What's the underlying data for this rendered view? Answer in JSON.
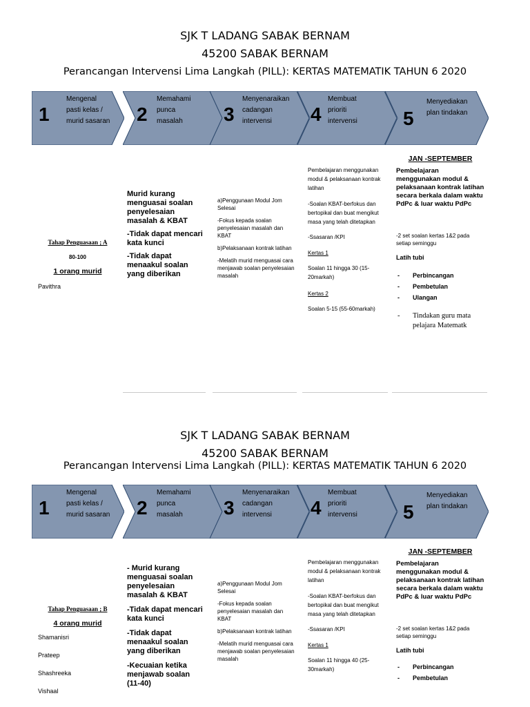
{
  "sections": [
    {
      "school": "SJK T LADANG SABAK BERNAM",
      "address": "45200 SABAK BERNAM",
      "plan_title": "Perancangan Intervensi Lima Langkah (PILL): KERTAS MATEMATIK TAHUN 6 2020",
      "steps": [
        {
          "num": "1",
          "label": [
            "Mengenal",
            "pasti kelas /",
            "murid sasaran"
          ]
        },
        {
          "num": "2",
          "label": [
            "Memahami",
            "punca",
            "masalah"
          ]
        },
        {
          "num": "3",
          "label": [
            "Menyenaraikan",
            "cadangan",
            "intervensi"
          ]
        },
        {
          "num": "4",
          "label": [
            "Membuat",
            "prioriti",
            "intervensi"
          ]
        },
        {
          "num": "5",
          "label": [
            "Menyediakan",
            "plan tindakan"
          ]
        }
      ],
      "col1": {
        "level": "Tahap Penguasaan ; A",
        "range": "80-100",
        "count": "1 orang murid",
        "students": [
          "Pavithra"
        ]
      },
      "col2": [
        "Murid kurang menguasai soalan penyelesaian masalah & KBAT",
        "-Tidak dapat mencari kata kunci",
        "-Tidak dapat menaakul soalan yang diberikan"
      ],
      "col3": [
        "a)Penggunaan Modul Jom Selesai",
        "-Fokus kepada soalan penyelesaian masalah dan KBAT",
        "b)Pelaksanaan kontrak latihan",
        "-Melatih murid menguasai cara menjawab soalan penyelesaian masalah"
      ],
      "col4": {
        "intro": "Pembelajaran menggunakan modul & pelaksanaan kontrak latihan",
        "kbat": "-Soalan KBAT-berfokus dan bertopikal dan buat mengikut masa yang telah ditetapkan",
        "kpi": "-Ssasaran /KPI",
        "k1": "Kertas 1",
        "k1_text": "Soalan 11 hingga 30 (15-20markah)",
        "k2": "Kertas 2",
        "k2_text": "Soalan 5-15 (55-60markah)"
      },
      "col5": {
        "period": "JAN -SEPTEMBER",
        "intro": "Pembelajaran menggunakan modul & pelaksanaan kontrak latihan secara berkala dalam waktu PdPc & luar waktu PdPc",
        "sets": "-2 set soalan kertas 1&2 pada setiap seminggu",
        "drill": "Latih tubi",
        "items": [
          "Perbincangan",
          "Pembetulan",
          "Ulangan"
        ],
        "action": "Tindakan guru mata pelajara Matematk"
      }
    },
    {
      "school": "SJK T LADANG SABAK BERNAM",
      "address": "45200 SABAK BERNAM",
      "plan_title": "Perancangan Intervensi Lima Langkah (PILL): KERTAS MATEMATIK TAHUN 6 2020",
      "steps": [
        {
          "num": "1",
          "label": [
            "Mengenal",
            "pasti kelas /",
            "murid sasaran"
          ]
        },
        {
          "num": "2",
          "label": [
            "Memahami",
            "punca",
            "masalah"
          ]
        },
        {
          "num": "3",
          "label": [
            "Menyenaraikan",
            "cadangan",
            "intervensi"
          ]
        },
        {
          "num": "4",
          "label": [
            "Membuat",
            "prioriti",
            "intervensi"
          ]
        },
        {
          "num": "5",
          "label": [
            "Menyediakan",
            "plan tindakan"
          ]
        }
      ],
      "col1": {
        "level": "Tahap Penguasaan ; B",
        "count": "4 orang murid",
        "students": [
          "Shamanisri",
          "Prateep",
          "Shashreeka",
          "Vishaal"
        ]
      },
      "col2": [
        "- Murid kurang menguasai soalan penyelesaian masalah & KBAT",
        "-Tidak dapat mencari kata kunci",
        "-Tidak dapat menaakul soalan yang diberikan",
        "-Kecuaian ketika menjawab soalan (11-40)"
      ],
      "col3": [
        "a)Penggunaan Modul Jom Selesai",
        "-Fokus kepada soalan penyelesaian masalah dan KBAT",
        "b)Pelaksanaan kontrak latihan",
        "-Melatih murid menguasai cara menjawab soalan penyelesaian masalah"
      ],
      "col4": {
        "intro": "Pembelajaran menggunakan modul & pelaksanaan kontrak latihan",
        "kbat": "-Soalan KBAT-berfokus dan bertopikal dan buat mengikut masa yang telah ditetapkan",
        "kpi": "-Ssasaran /KPI",
        "k1": "Kertas 1",
        "k1_text": "Soalan 11 hingga 40 (25-30markah)"
      },
      "col5": {
        "period": "JAN -SEPTEMBER",
        "intro": "Pembelajaran menggunakan modul & pelaksanaan kontrak latihan secara berkala dalam waktu PdPc & luar waktu PdPc",
        "sets": "-2 set soalan kertas 1&2 pada setiap seminggu",
        "drill": "Latih tubi",
        "items": [
          "Perbincangan",
          "Pembetulan"
        ]
      }
    }
  ],
  "colors": {
    "chevron_fill": "#8496b0",
    "chevron_stroke": "#2f4a6e",
    "divider": "#c9c9c9"
  }
}
